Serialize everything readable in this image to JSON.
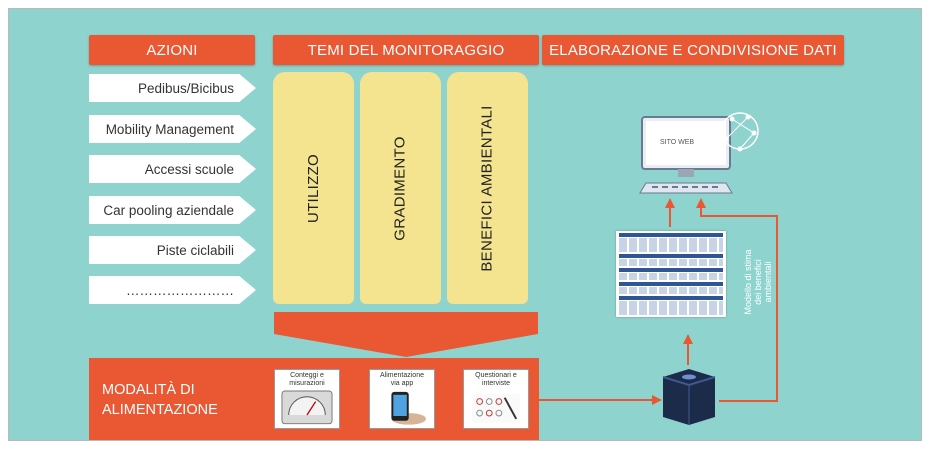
{
  "headers": {
    "azioni": "AZIONI",
    "temi": "TEMI DEL MONITORAGGIO",
    "elaborazione": "ELABORAZIONE E CONDIVISIONE DATI"
  },
  "actions": [
    "Pedibus/Bicibus",
    "Mobility Management",
    "Accessi scuole",
    "Car pooling aziendale",
    "Piste ciclabili",
    "……………………"
  ],
  "themes": [
    "UTILIZZO",
    "GRADIMENTO",
    "BENEFICI AMBIENTALI"
  ],
  "modalita": {
    "label_line1": "MODALITÀ DI",
    "label_line2": "ALIMENTAZIONE",
    "cards": [
      {
        "line1": "Conteggi e",
        "line2": "misurazioni",
        "icon": "gauge-icon"
      },
      {
        "line1": "Alimentazione",
        "line2": "via app",
        "icon": "smartphone-icon"
      },
      {
        "line1": "Questionari e",
        "line2": "interviste",
        "icon": "survey-icon"
      }
    ]
  },
  "computer": {
    "screen_text": "SITO WEB",
    "icon": "computer-icon"
  },
  "model_note": {
    "line1": "Modello di stima",
    "line2": "dei benefici",
    "line3": "ambientali"
  },
  "colors": {
    "background": "#8fd3cf",
    "accent": "#e95733",
    "theme": "#f4e48f"
  }
}
